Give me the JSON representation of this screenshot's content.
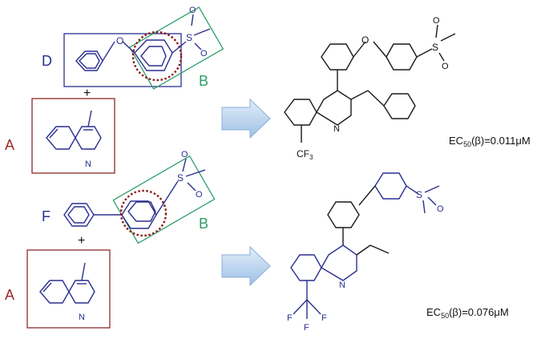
{
  "fragments": {
    "top_left_frag": "D",
    "top_right_frag": "B",
    "top_bottom_frag": "A",
    "bot_left_frag": "F",
    "bot_right_frag": "B",
    "bot_bottom_frag": "A",
    "plus": "+"
  },
  "atoms": {
    "O": "O",
    "S": "S",
    "N": "N",
    "CF3_C": "CF",
    "CF3_sub": "3",
    "F": "F"
  },
  "results": {
    "top_ec50_prefix": "EC",
    "top_ec50_sub": "50",
    "top_ec50_rest": "(β)=0.011μM",
    "bot_ec50_prefix": "EC",
    "bot_ec50_sub": "50",
    "bot_ec50_rest": "(β)=0.076μM"
  },
  "colors": {
    "frag_D": "#2b2f8f",
    "frag_B": "#2e9e6b",
    "frag_A": "#a0282a",
    "highlight_circle": "#8b1a1a",
    "arrow_fill": "#bcd4ee"
  }
}
